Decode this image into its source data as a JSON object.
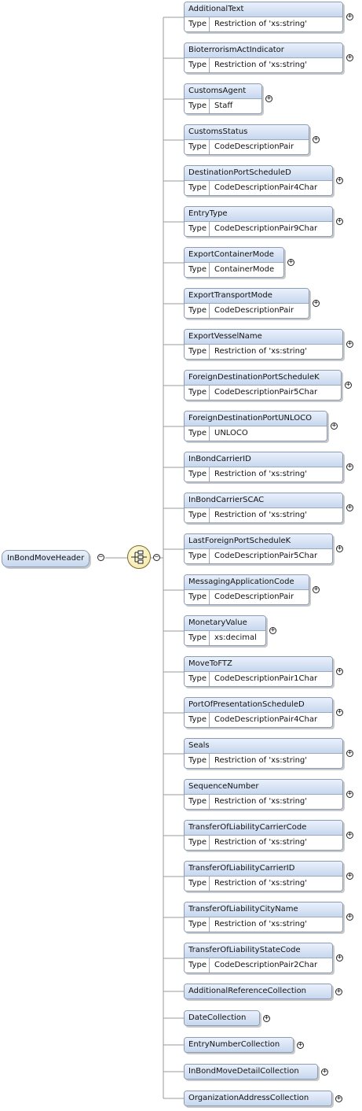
{
  "root": {
    "label": "InBondMoveHeader",
    "collapse_symbol": "−"
  },
  "compositor": {
    "kind": "sequence",
    "collapse_symbol": "−"
  },
  "type_label": "Type",
  "expand_symbol": "+",
  "children": [
    {
      "name": "AdditionalText",
      "type": "Restriction of 'xs:string'"
    },
    {
      "name": "BioterrorismActIndicator",
      "type": "Restriction of 'xs:string'"
    },
    {
      "name": "CustomsAgent",
      "type": "Staff"
    },
    {
      "name": "CustomsStatus",
      "type": "CodeDescriptionPair"
    },
    {
      "name": "DestinationPortScheduleD",
      "type": "CodeDescriptionPair4Char"
    },
    {
      "name": "EntryType",
      "type": "CodeDescriptionPair9Char"
    },
    {
      "name": "ExportContainerMode",
      "type": "ContainerMode"
    },
    {
      "name": "ExportTransportMode",
      "type": "CodeDescriptionPair"
    },
    {
      "name": "ExportVesselName",
      "type": "Restriction of 'xs:string'"
    },
    {
      "name": "ForeignDestinationPortScheduleK",
      "type": "CodeDescriptionPair5Char"
    },
    {
      "name": "ForeignDestinationPortUNLOCO",
      "type": "UNLOCO"
    },
    {
      "name": "InBondCarrierID",
      "type": "Restriction of 'xs:string'"
    },
    {
      "name": "InBondCarrierSCAC",
      "type": "Restriction of 'xs:string'"
    },
    {
      "name": "LastForeignPortScheduleK",
      "type": "CodeDescriptionPair5Char"
    },
    {
      "name": "MessagingApplicationCode",
      "type": "CodeDescriptionPair"
    },
    {
      "name": "MonetaryValue",
      "type": "xs:decimal"
    },
    {
      "name": "MoveToFTZ",
      "type": "CodeDescriptionPair1Char"
    },
    {
      "name": "PortOfPresentationScheduleD",
      "type": "CodeDescriptionPair4Char"
    },
    {
      "name": "Seals",
      "type": "Restriction of 'xs:string'"
    },
    {
      "name": "SequenceNumber",
      "type": "Restriction of 'xs:string'"
    },
    {
      "name": "TransferOfLiabilityCarrierCode",
      "type": "Restriction of 'xs:string'"
    },
    {
      "name": "TransferOfLiabilityCarrierID",
      "type": "Restriction of 'xs:string'"
    },
    {
      "name": "TransferOfLiabilityCityName",
      "type": "Restriction of 'xs:string'"
    },
    {
      "name": "TransferOfLiabilityStateCode",
      "type": "CodeDescriptionPair2Char"
    },
    {
      "name": "AdditionalReferenceCollection",
      "type": ""
    },
    {
      "name": "DateCollection",
      "type": ""
    },
    {
      "name": "EntryNumberCollection",
      "type": ""
    },
    {
      "name": "InBondMoveDetailCollection",
      "type": ""
    },
    {
      "name": "OrganizationAddressCollection",
      "type": ""
    }
  ]
}
